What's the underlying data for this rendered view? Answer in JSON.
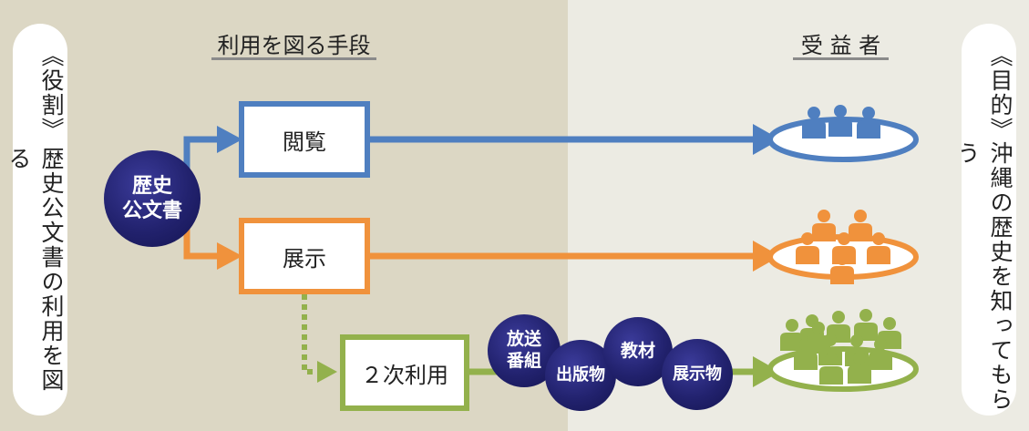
{
  "colors": {
    "bg_left": "#dcd7c4",
    "bg_right": "#ecebe3",
    "blue": "#4f7fc0",
    "orange": "#f0923c",
    "green": "#93b14c",
    "navy": "#22226e"
  },
  "left_panel": {
    "bracket": "《役割》",
    "text": "歴史公文書の利用を図る"
  },
  "right_panel": {
    "bracket": "《目的》",
    "text": "沖縄の歴史を知ってもらう"
  },
  "headers": {
    "means": "利用を図る手段",
    "beneficiaries": "受 益 者"
  },
  "source": {
    "line1": "歴史",
    "line2": "公文書"
  },
  "boxes": {
    "etsuran": "閲覧",
    "tenji": "展示",
    "niji": "２次利用"
  },
  "products": [
    {
      "line1": "放送",
      "line2": "番組"
    },
    {
      "line1": "出版物",
      "line2": ""
    },
    {
      "line1": "教材",
      "line2": ""
    },
    {
      "line1": "展示物",
      "line2": ""
    }
  ],
  "groups": [
    {
      "icon": "people-group-icon",
      "color": "#4f7fc0",
      "count": 3
    },
    {
      "icon": "people-group-icon",
      "color": "#f0923c",
      "count": 6
    },
    {
      "icon": "people-group-icon",
      "color": "#93b14c",
      "count": 12
    }
  ]
}
